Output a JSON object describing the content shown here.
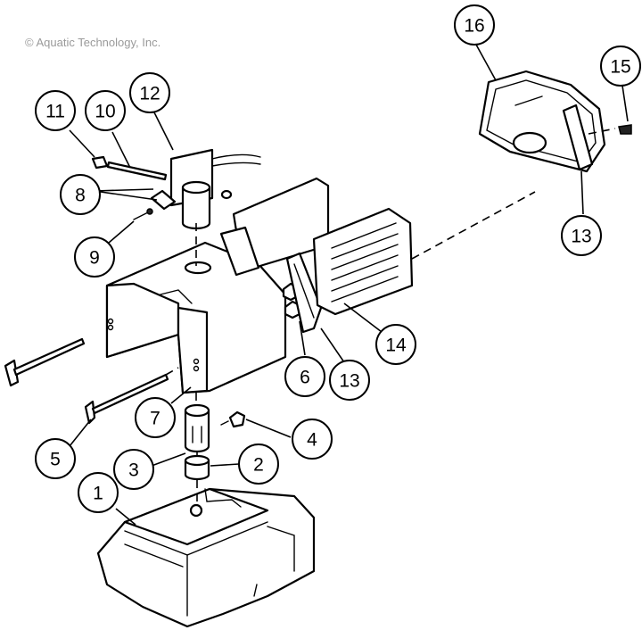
{
  "copyright": "© Aquatic Technology, Inc.",
  "callouts": [
    {
      "id": "1",
      "label": "1"
    },
    {
      "id": "2",
      "label": "2"
    },
    {
      "id": "3",
      "label": "3"
    },
    {
      "id": "4",
      "label": "4"
    },
    {
      "id": "5",
      "label": "5"
    },
    {
      "id": "6",
      "label": "6"
    },
    {
      "id": "7",
      "label": "7"
    },
    {
      "id": "8",
      "label": "8"
    },
    {
      "id": "9",
      "label": "9"
    },
    {
      "id": "10",
      "label": "10"
    },
    {
      "id": "11",
      "label": "11"
    },
    {
      "id": "12",
      "label": "12"
    },
    {
      "id": "13a",
      "label": "13"
    },
    {
      "id": "13b",
      "label": "13"
    },
    {
      "id": "14",
      "label": "14"
    },
    {
      "id": "15",
      "label": "15"
    },
    {
      "id": "16",
      "label": "16"
    }
  ]
}
